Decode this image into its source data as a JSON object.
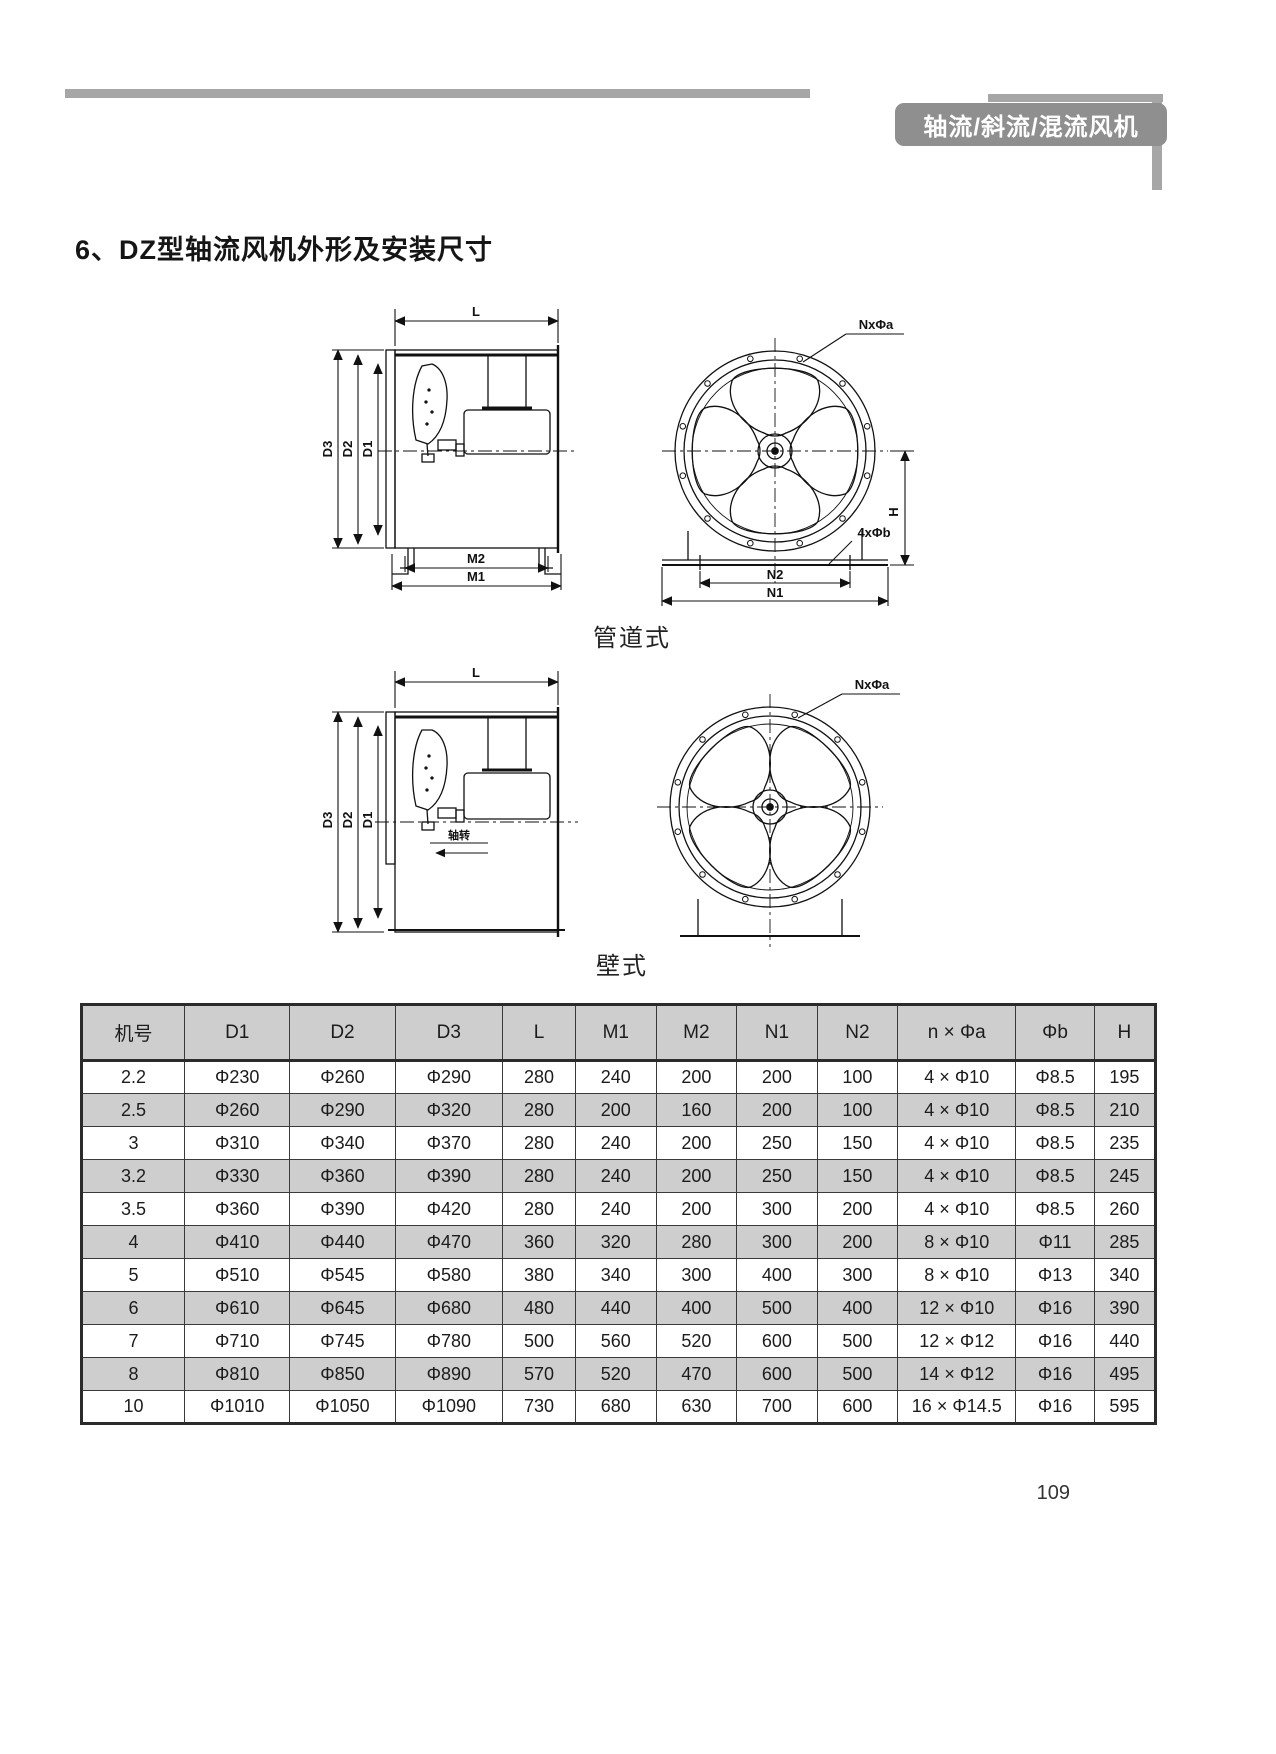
{
  "banner": {
    "label": "轴流/斜流/混流风机"
  },
  "title": "6、DZ型轴流风机外形及安装尺寸",
  "page_number": "109",
  "figures": {
    "duct": {
      "caption": "管道式",
      "labels": {
        "L": "L",
        "D1": "D1",
        "D2": "D2",
        "D3": "D3",
        "M1": "M1",
        "M2": "M2",
        "N1": "N1",
        "N2": "N2",
        "H": "H",
        "rim_holes": "NxΦa",
        "foot_holes": "4xΦb"
      }
    },
    "wall": {
      "caption": "壁式",
      "labels": {
        "L": "L",
        "D1": "D1",
        "D2": "D2",
        "D3": "D3",
        "rim_holes": "NxΦa",
        "rotation": "轴转"
      }
    }
  },
  "table": {
    "headers": [
      "机号",
      "D1",
      "D2",
      "D3",
      "L",
      "M1",
      "M2",
      "N1",
      "N2",
      "n × Φa",
      "Φb",
      "H"
    ],
    "rows": [
      [
        "2.2",
        "Φ230",
        "Φ260",
        "Φ290",
        "280",
        "240",
        "200",
        "200",
        "100",
        "4 × Φ10",
        "Φ8.5",
        "195"
      ],
      [
        "2.5",
        "Φ260",
        "Φ290",
        "Φ320",
        "280",
        "200",
        "160",
        "200",
        "100",
        "4 × Φ10",
        "Φ8.5",
        "210"
      ],
      [
        "3",
        "Φ310",
        "Φ340",
        "Φ370",
        "280",
        "240",
        "200",
        "250",
        "150",
        "4 × Φ10",
        "Φ8.5",
        "235"
      ],
      [
        "3.2",
        "Φ330",
        "Φ360",
        "Φ390",
        "280",
        "240",
        "200",
        "250",
        "150",
        "4 × Φ10",
        "Φ8.5",
        "245"
      ],
      [
        "3.5",
        "Φ360",
        "Φ390",
        "Φ420",
        "280",
        "240",
        "200",
        "300",
        "200",
        "4 × Φ10",
        "Φ8.5",
        "260"
      ],
      [
        "4",
        "Φ410",
        "Φ440",
        "Φ470",
        "360",
        "320",
        "280",
        "300",
        "200",
        "8 × Φ10",
        "Φ11",
        "285"
      ],
      [
        "5",
        "Φ510",
        "Φ545",
        "Φ580",
        "380",
        "340",
        "300",
        "400",
        "300",
        "8 × Φ10",
        "Φ13",
        "340"
      ],
      [
        "6",
        "Φ610",
        "Φ645",
        "Φ680",
        "480",
        "440",
        "400",
        "500",
        "400",
        "12 × Φ10",
        "Φ16",
        "390"
      ],
      [
        "7",
        "Φ710",
        "Φ745",
        "Φ780",
        "500",
        "560",
        "520",
        "600",
        "500",
        "12 × Φ12",
        "Φ16",
        "440"
      ],
      [
        "8",
        "Φ810",
        "Φ850",
        "Φ890",
        "570",
        "520",
        "470",
        "600",
        "500",
        "14 × Φ12",
        "Φ16",
        "495"
      ],
      [
        "10",
        "Φ1010",
        "Φ1050",
        "Φ1090",
        "730",
        "680",
        "630",
        "700",
        "600",
        "16 × Φ14.5",
        "Φ16",
        "595"
      ]
    ]
  }
}
